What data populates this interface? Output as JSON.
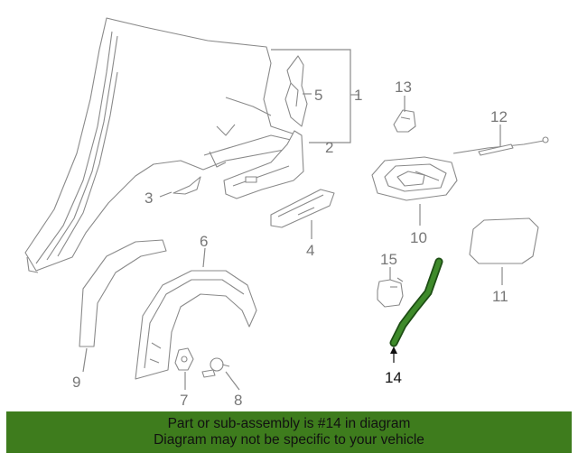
{
  "diagram": {
    "callouts": [
      {
        "id": "1",
        "text": "1",
        "highlight": false
      },
      {
        "id": "2",
        "text": "2",
        "highlight": false
      },
      {
        "id": "3",
        "text": "3",
        "highlight": false
      },
      {
        "id": "4",
        "text": "4",
        "highlight": false
      },
      {
        "id": "5",
        "text": "5",
        "highlight": false
      },
      {
        "id": "6",
        "text": "6",
        "highlight": false
      },
      {
        "id": "7",
        "text": "7",
        "highlight": false
      },
      {
        "id": "8",
        "text": "8",
        "highlight": false
      },
      {
        "id": "9",
        "text": "9",
        "highlight": false
      },
      {
        "id": "10",
        "text": "10",
        "highlight": false
      },
      {
        "id": "11",
        "text": "11",
        "highlight": false
      },
      {
        "id": "12",
        "text": "12",
        "highlight": false
      },
      {
        "id": "13",
        "text": "13",
        "highlight": false
      },
      {
        "id": "14",
        "text": "14",
        "highlight": true
      },
      {
        "id": "15",
        "text": "15",
        "highlight": false
      }
    ],
    "highlight_color": "#2e7d1e"
  },
  "banner": {
    "line1": "Part or sub-assembly is #14 in diagram",
    "line2": "Diagram may not be specific to your vehicle",
    "background": "#3e7c1d"
  }
}
